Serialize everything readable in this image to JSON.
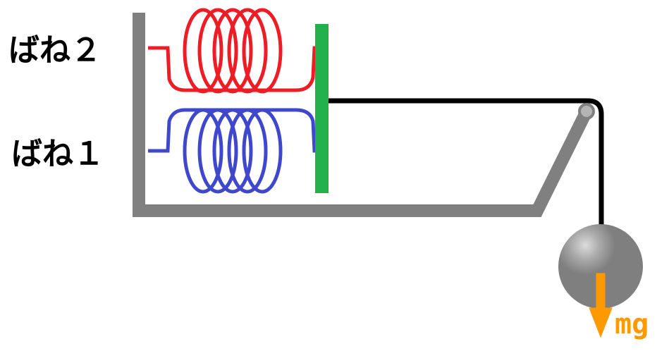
{
  "labels": {
    "spring2": "ばね２",
    "spring1": "ばね１",
    "force": "mg"
  },
  "colors": {
    "frame": "#808080",
    "spring2": "#ee1c24",
    "spring1": "#3f48cc",
    "plate": "#22b14c",
    "string": "#000000",
    "weight": "#7f7f7f",
    "arrow": "#ff9900",
    "pulley": "#b4b4b4"
  },
  "icons": {
    "force_arrow": "down-arrow-icon"
  }
}
